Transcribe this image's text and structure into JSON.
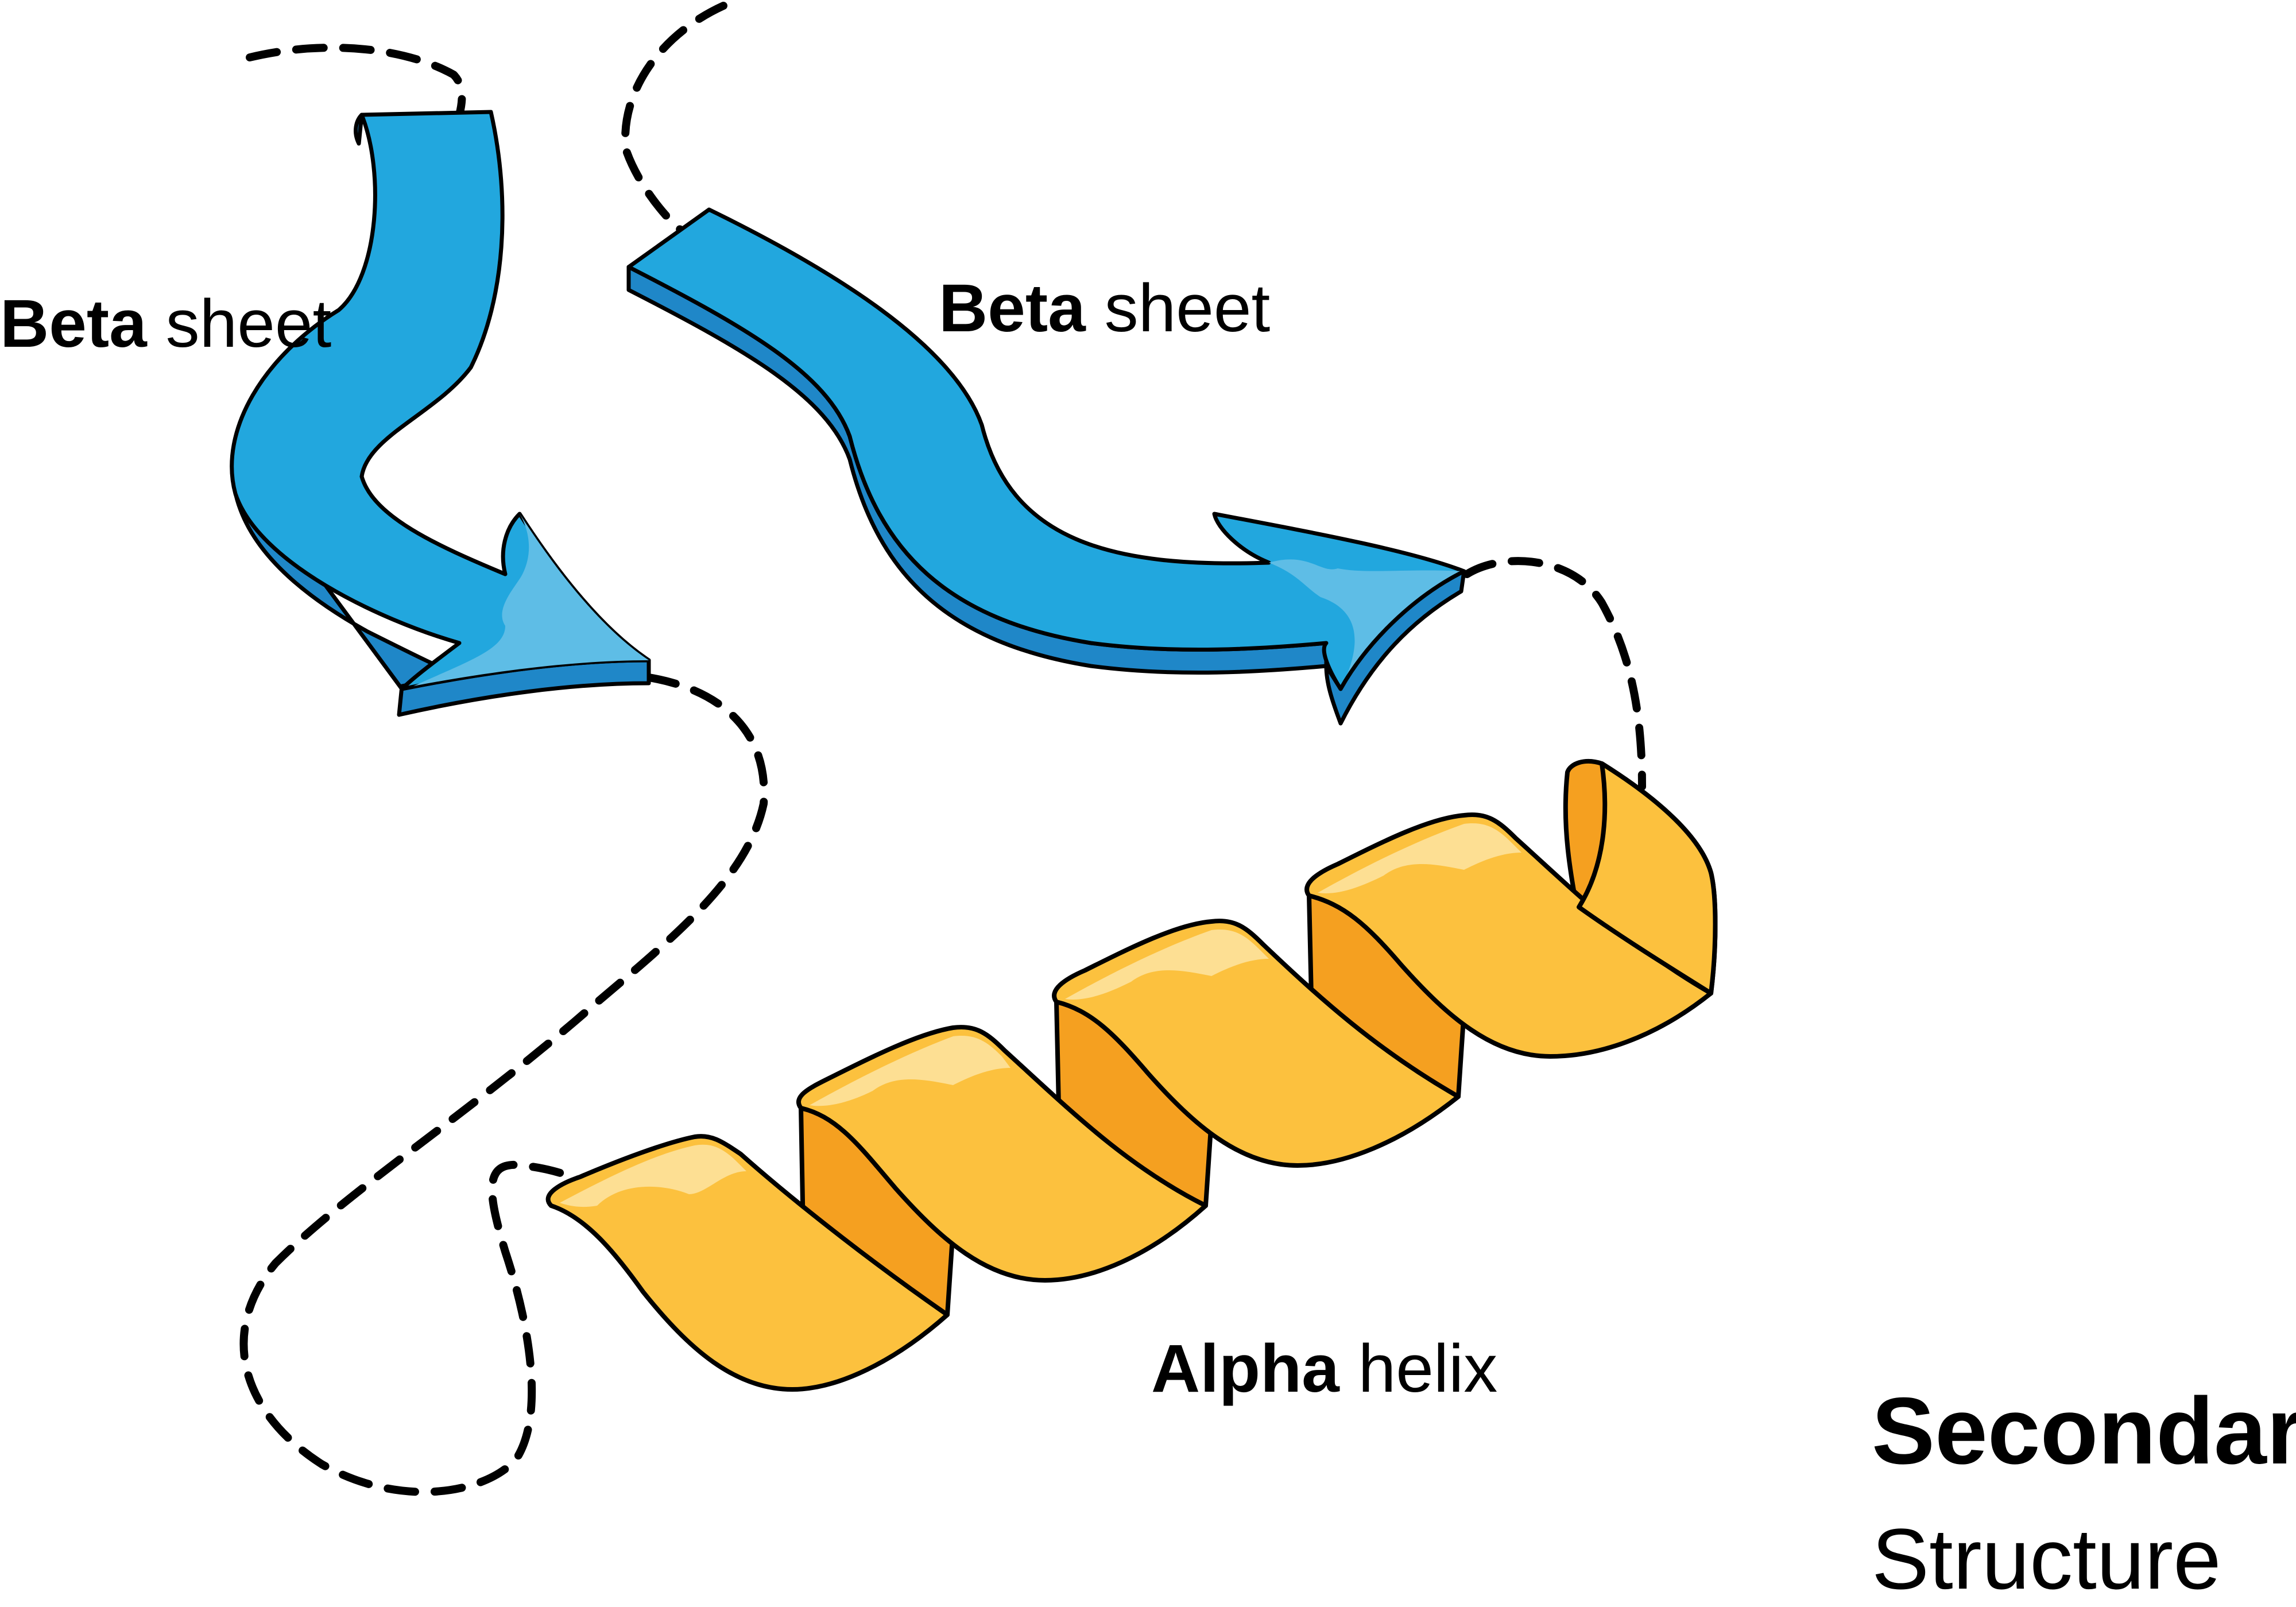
{
  "diagram": {
    "title": {
      "line1": "Secondary",
      "line2": "Structure"
    },
    "labels": [
      {
        "bold": "Beta",
        "regular": "sheet"
      },
      {
        "bold": "Beta",
        "regular": "sheet"
      },
      {
        "bold": "Alpha",
        "regular": "helix"
      }
    ],
    "colors": {
      "beta_fill": "#22a7de",
      "beta_side": "#1f87c8",
      "beta_highlight": "#5ebde6",
      "helix_fill": "#fcc13e",
      "helix_light": "#fddf93",
      "helix_dark": "#f5a020",
      "helix_shadow": "#f18a22",
      "outline": "#000000"
    }
  }
}
